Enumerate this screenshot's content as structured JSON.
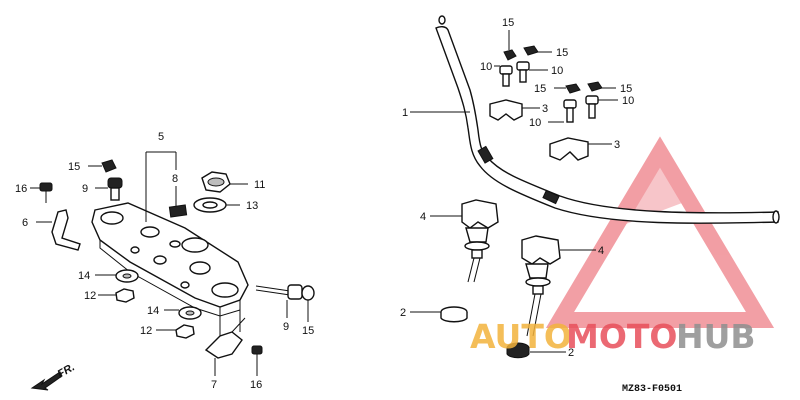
{
  "diagram_code": "MZ83-F0501",
  "front_arrow_label": "FR.",
  "callouts": {
    "left": [
      "5",
      "8",
      "11",
      "13",
      "15",
      "16",
      "9",
      "6",
      "14",
      "12",
      "14",
      "12",
      "9",
      "15",
      "7",
      "16"
    ],
    "right": [
      "15",
      "15",
      "10",
      "10",
      "15",
      "15",
      "10",
      "10",
      "3",
      "3",
      "1",
      "4",
      "4",
      "2",
      "2"
    ]
  },
  "watermark": {
    "text_auto": "AUTO",
    "text_moto": "MOTO",
    "text_hub": "HUB",
    "color_red": "#e8505b",
    "color_orange": "#f3b33d",
    "color_grey": "#8f8f8f"
  },
  "colors": {
    "line": "#111111",
    "background": "#ffffff"
  }
}
